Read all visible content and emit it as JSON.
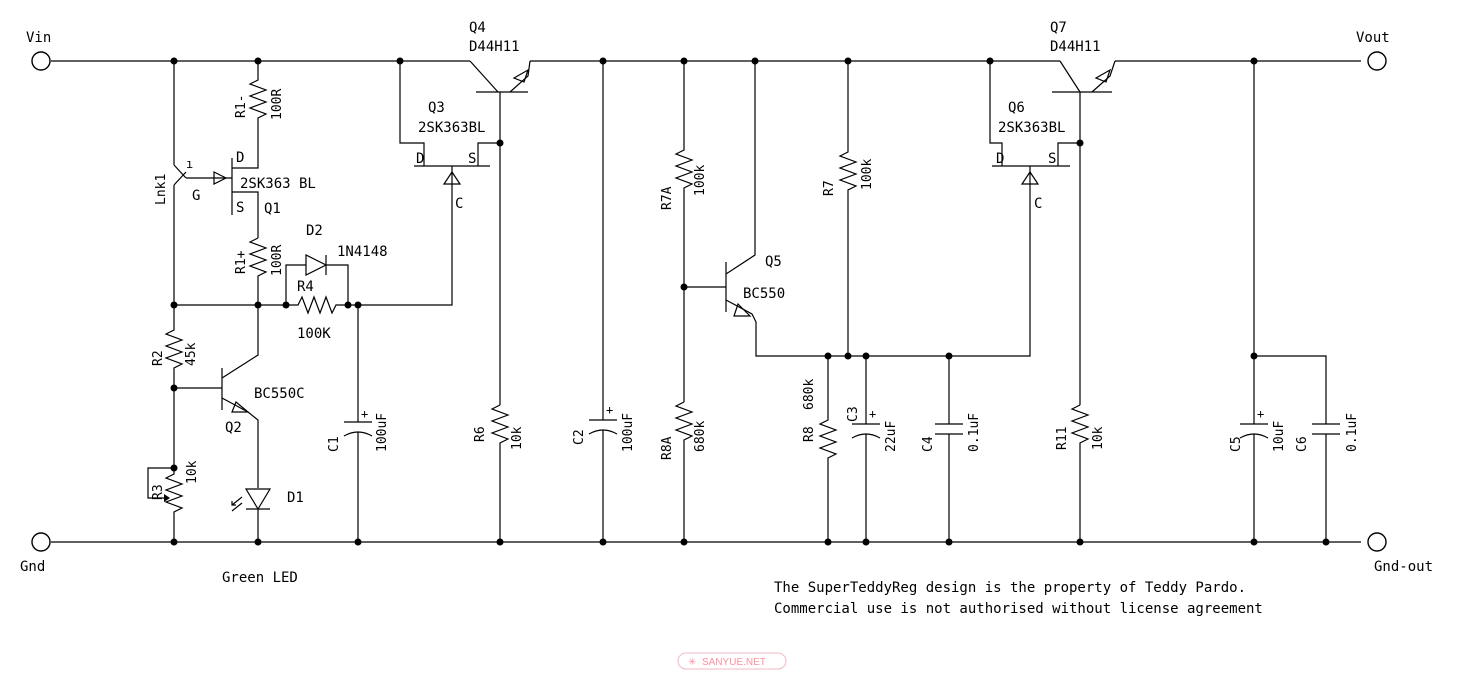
{
  "terminals": {
    "vin": "Vin",
    "vout": "Vout",
    "gnd": "Gnd",
    "gnd_out": "Gnd-out"
  },
  "components": {
    "q4": {
      "ref": "Q4",
      "part": "D44H11"
    },
    "q7": {
      "ref": "Q7",
      "part": "D44H11"
    },
    "q3": {
      "ref": "Q3",
      "part": "2SK363BL"
    },
    "q6": {
      "ref": "Q6",
      "part": "2SK363BL"
    },
    "q1": {
      "ref": "Q1",
      "part": "2SK363 BL"
    },
    "q2": {
      "ref": "Q2",
      "part": "BC550C"
    },
    "q5": {
      "ref": "Q5",
      "part": "BC550"
    },
    "r1_top": {
      "ref": "R1-",
      "value": "100R"
    },
    "r1_bot": {
      "ref": "R1+",
      "value": "100R"
    },
    "r2": {
      "ref": "R2",
      "value": "45k"
    },
    "r3": {
      "ref": "R3",
      "value": "10k"
    },
    "r4": {
      "ref": "R4",
      "value": "100K"
    },
    "r6": {
      "ref": "R6",
      "value": "10k"
    },
    "r7": {
      "ref": "R7",
      "value": "100k"
    },
    "r7a": {
      "ref": "R7A",
      "value": "100k"
    },
    "r8": {
      "ref": "R8",
      "value": "680k"
    },
    "r8a": {
      "ref": "R8A",
      "value": "680k"
    },
    "r11": {
      "ref": "R11",
      "value": "10k"
    },
    "c1": {
      "ref": "C1",
      "value": "100uF"
    },
    "c2": {
      "ref": "C2",
      "value": "100uF"
    },
    "c3": {
      "ref": "C3",
      "value": "22uF"
    },
    "c4": {
      "ref": "C4",
      "value": "0.1uF"
    },
    "c5": {
      "ref": "C5",
      "value": "10uF"
    },
    "c6": {
      "ref": "C6",
      "value": "0.1uF"
    },
    "d1": {
      "ref": "D1",
      "value": "Green LED"
    },
    "d2": {
      "ref": "D2",
      "value": "1N4148"
    },
    "lnk1": {
      "ref": "Lnk1"
    }
  },
  "pins": {
    "d": "D",
    "s": "S",
    "g": "G",
    "c": "C"
  },
  "notice": {
    "line1": "The SuperTeddyReg design is the property of Teddy Pardo.",
    "line2": "Commercial use is not authorised without license agreement"
  },
  "watermark": "SANYUE.NET"
}
